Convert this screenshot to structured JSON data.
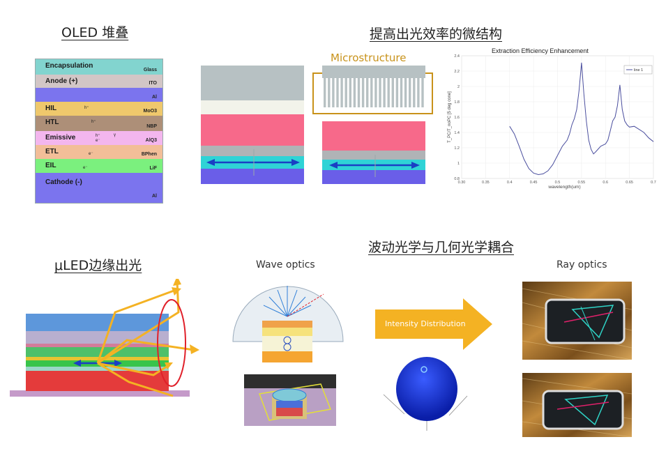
{
  "titles": {
    "oled_stack": "OLED 堆叠",
    "microstructure": "提高出光效率的微结构",
    "uled_edge": "μLED边缘出光",
    "coupling": "波动光学与几何光学耦合"
  },
  "oled_layers": [
    {
      "name": "Encapsulation",
      "material": "Glass",
      "color": "#82d4cf"
    },
    {
      "name": "Anode (+)",
      "material": "ITO",
      "color": "#d2c6c6"
    },
    {
      "name": "",
      "material": "Al",
      "color": "#7b74ee"
    },
    {
      "name": "HIL",
      "material": "MoO3",
      "color": "#efc86c"
    },
    {
      "name": "HTL",
      "material": "NBP",
      "color": "#ad8f78"
    },
    {
      "name": "Emissive",
      "material": "AlQ3",
      "color": "#f3b6ee"
    },
    {
      "name": "ETL",
      "material": "BPhen",
      "color": "#f2be98"
    },
    {
      "name": "EIL",
      "material": "LiF",
      "color": "#7bf07e"
    },
    {
      "name": "Cathode (-)",
      "material": "Al",
      "color": "#7b74ee"
    }
  ],
  "carrier_labels": {
    "hole1": "h⁺",
    "hole2": "h⁺",
    "hole3": "h⁺",
    "electron1": "e⁻",
    "electron2": "e⁻",
    "electron3": "e⁻",
    "gamma": "γ"
  },
  "microstructure_label": "Microstructure",
  "captions": {
    "wave": "Wave optics",
    "ray": "Ray optics",
    "arrow": "Intensity Distribution"
  },
  "colors": {
    "accent_gold": "#c8921a",
    "arrow_orange": "#f4b223",
    "ellipse_red": "#e0202a"
  },
  "chart_data": {
    "type": "line",
    "title": "Extraction Efficiency Enhancement",
    "xlabel": "wavelength(um)",
    "ylabel": "T_PC/T_noPC [5 deg cone]",
    "xlim": [
      0.3,
      0.7
    ],
    "ylim": [
      0.8,
      2.4
    ],
    "xticks": [
      "0.35",
      "0.4",
      "0.45",
      "0.5",
      "0.55",
      "0.6",
      "0.65",
      "0.7"
    ],
    "yticks": [
      "0.8",
      "1",
      "1.2",
      "1.4",
      "1.6",
      "1.8",
      "2",
      "2.2",
      "2.4"
    ],
    "legend": "top-right",
    "series": [
      {
        "name": "line 1",
        "x": [
          0.4,
          0.41,
          0.42,
          0.43,
          0.44,
          0.45,
          0.46,
          0.47,
          0.48,
          0.49,
          0.5,
          0.51,
          0.52,
          0.525,
          0.53,
          0.535,
          0.54,
          0.545,
          0.55,
          0.555,
          0.56,
          0.565,
          0.57,
          0.575,
          0.58,
          0.59,
          0.6,
          0.605,
          0.61,
          0.615,
          0.62,
          0.625,
          0.63,
          0.635,
          0.64,
          0.645,
          0.65,
          0.66,
          0.67,
          0.68,
          0.69,
          0.7
        ],
        "y": [
          1.48,
          1.38,
          1.22,
          1.05,
          0.93,
          0.87,
          0.85,
          0.86,
          0.9,
          0.98,
          1.1,
          1.22,
          1.3,
          1.38,
          1.5,
          1.58,
          1.7,
          1.95,
          2.31,
          1.9,
          1.55,
          1.3,
          1.18,
          1.12,
          1.15,
          1.22,
          1.25,
          1.3,
          1.42,
          1.55,
          1.6,
          1.75,
          2.02,
          1.7,
          1.55,
          1.5,
          1.47,
          1.48,
          1.44,
          1.4,
          1.33,
          1.28
        ]
      }
    ]
  }
}
